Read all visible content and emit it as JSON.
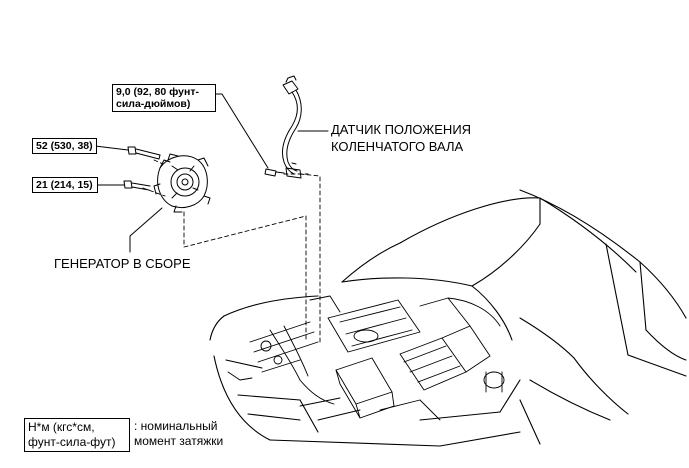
{
  "torque_labels": {
    "sensor_bolt": [
      "9,0 (92, 80 фунт-",
      "сила-дюймов)"
    ],
    "alternator_upper_bolt": "52 (530, 38)",
    "alternator_lower_bolt": "21 (214, 15)"
  },
  "part_labels": {
    "crank_sensor": [
      "ДАТЧИК ПОЛОЖЕНИЯ",
      "КОЛЕНЧАТОГО ВАЛА"
    ],
    "alternator": "ГЕНЕРАТОР В СБОРЕ"
  },
  "legend": {
    "units": [
      "Н*м (кгс*см,",
      "фунт-сила-фут)"
    ],
    "meaning": [
      ": номинальный",
      "момент затяжки"
    ]
  }
}
